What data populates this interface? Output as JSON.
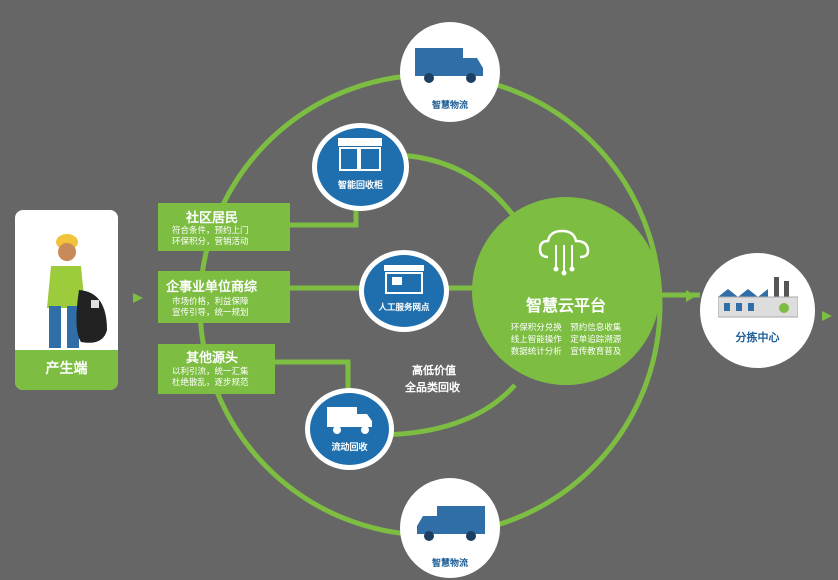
{
  "producer": {
    "label": "产生端"
  },
  "residents": {
    "title": "社区居民",
    "line1": "符合条件，预约上门",
    "line2": "环保积分，营销活动"
  },
  "enterprise": {
    "title": "企事业单位商综",
    "line1": "市场价格，利益保障",
    "line2": "宣传引导，统一规划"
  },
  "other": {
    "title": "其他源头",
    "line1": "以利引流，统一汇集",
    "line2": "杜绝散乱，逐步规范"
  },
  "nodes": {
    "logistics_top": "智慧物流",
    "cabinet": "智能回收柜",
    "service_point": "人工服务网点",
    "mobile": "流动回收",
    "logistics_bottom": "智慧物流"
  },
  "platform": {
    "title": "智慧云平台",
    "line1": "环保积分兑换　预约信息收集",
    "line2": "线上智能操作　定单追踪溯源",
    "line3": "数据统计分析　宣传教育普及"
  },
  "value_text": {
    "line1": "高低价值",
    "line2": "全品类回收"
  },
  "sorting_center": {
    "label": "分拣中心"
  },
  "colors": {
    "green": "#7cbd42",
    "blue": "#1f5e97",
    "background": "#666666"
  }
}
